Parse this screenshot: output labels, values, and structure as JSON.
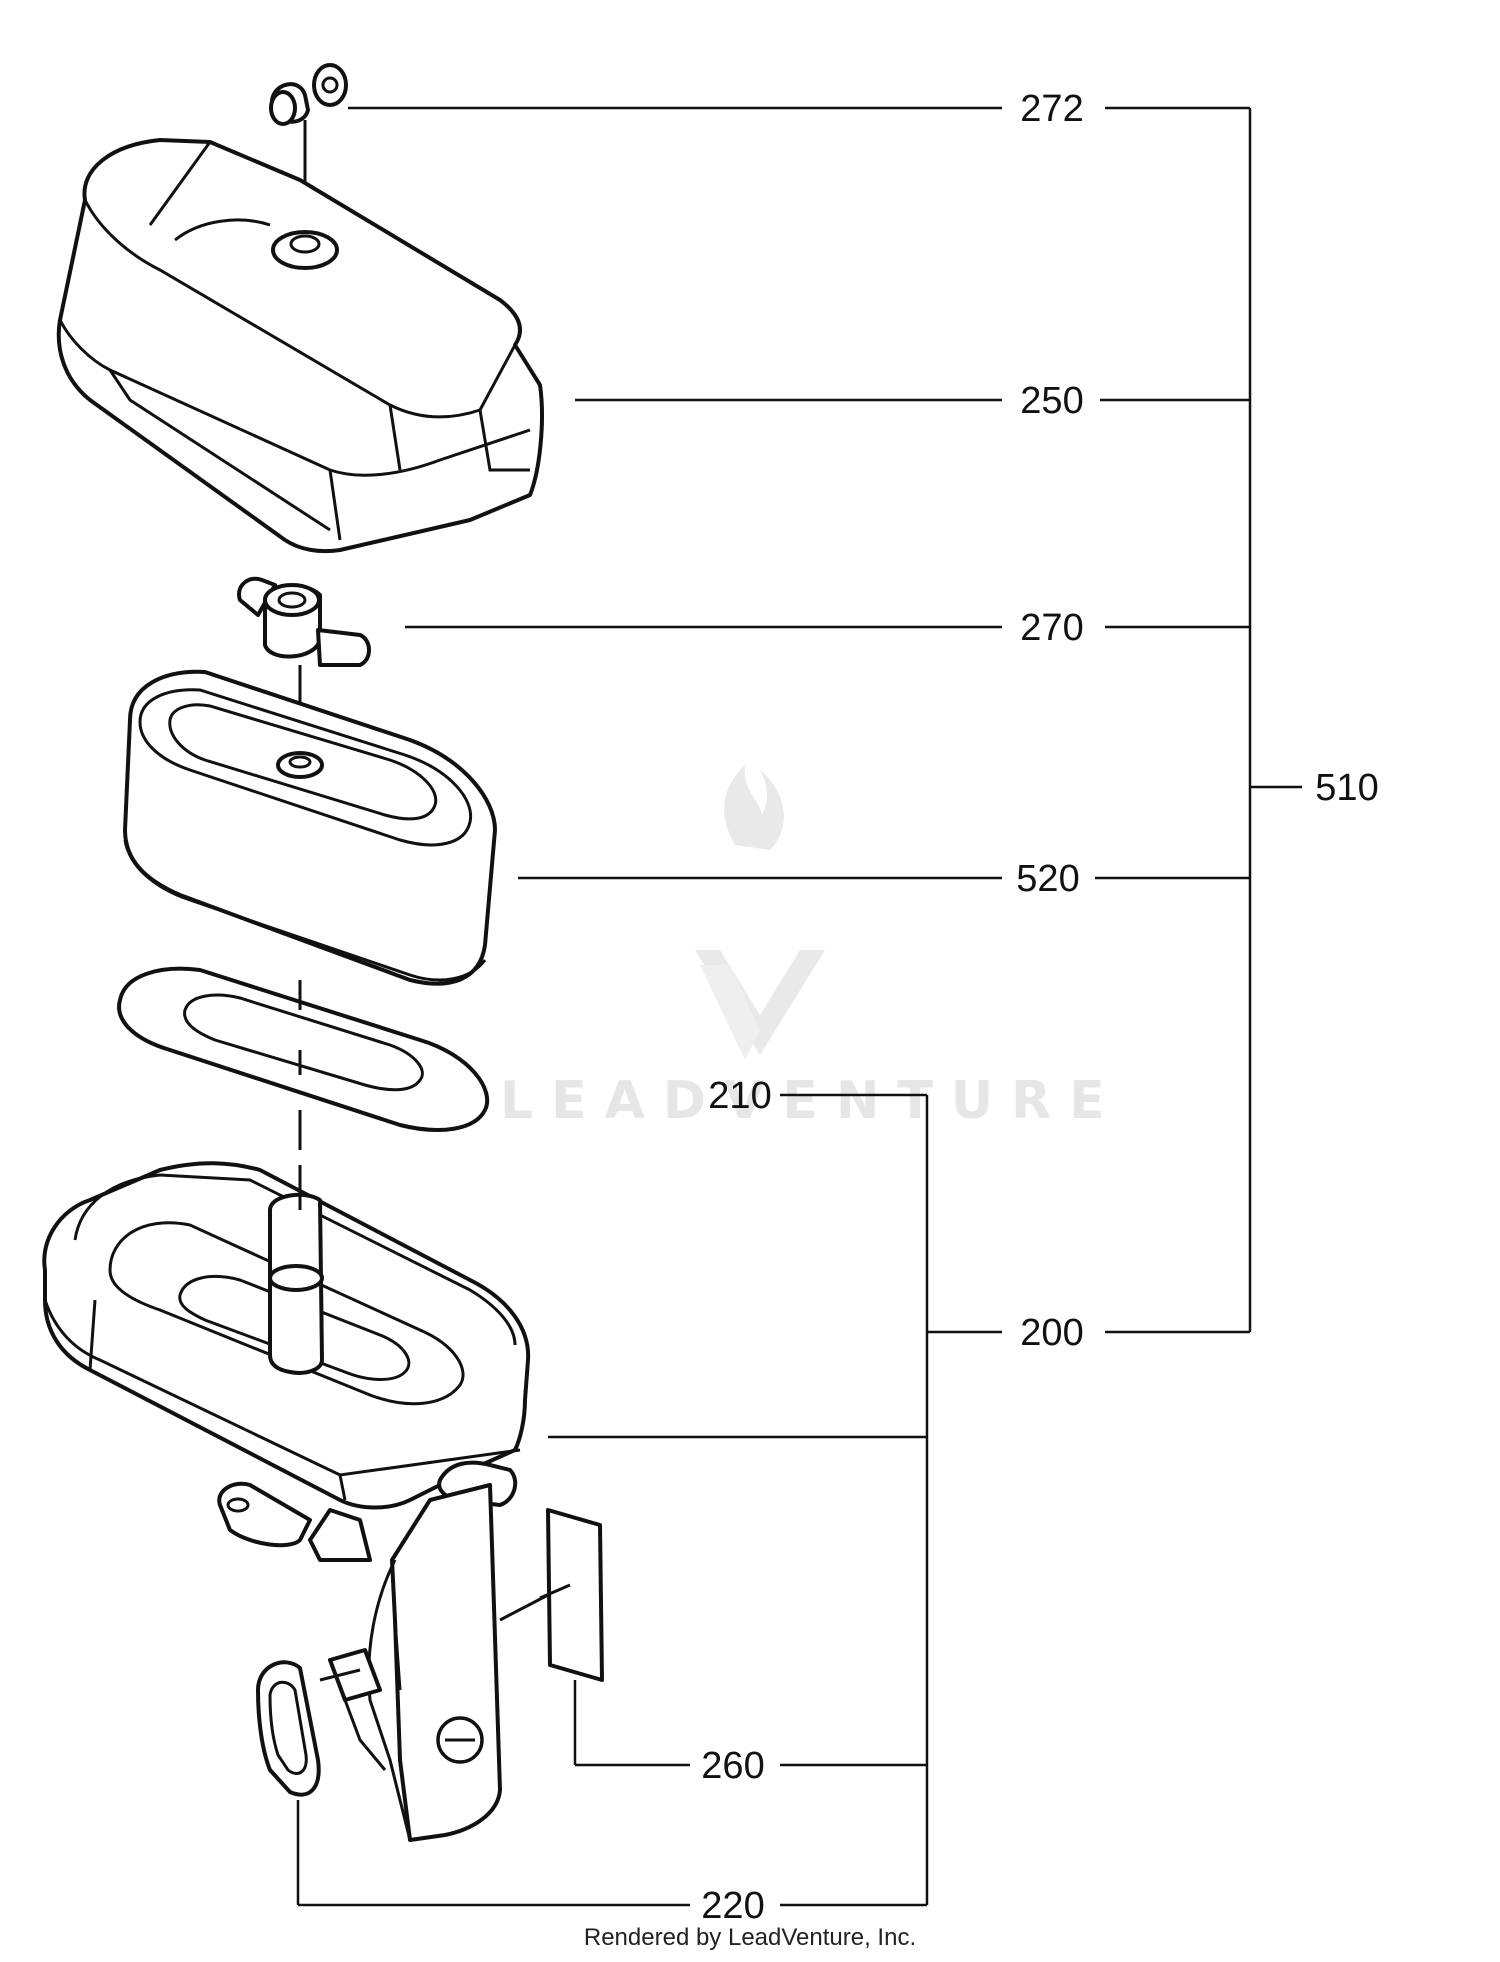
{
  "callouts": {
    "c272": "272",
    "c250": "250",
    "c270": "270",
    "c510": "510",
    "c520": "520",
    "c210": "210",
    "c200": "200",
    "c260": "260",
    "c220": "220"
  },
  "watermark": {
    "text": "LEADVENTURE"
  },
  "footer": {
    "text": "Rendered by LeadVenture, Inc."
  },
  "colors": {
    "line": "#111111",
    "background": "#ffffff",
    "watermark": "#e6e6e6"
  }
}
